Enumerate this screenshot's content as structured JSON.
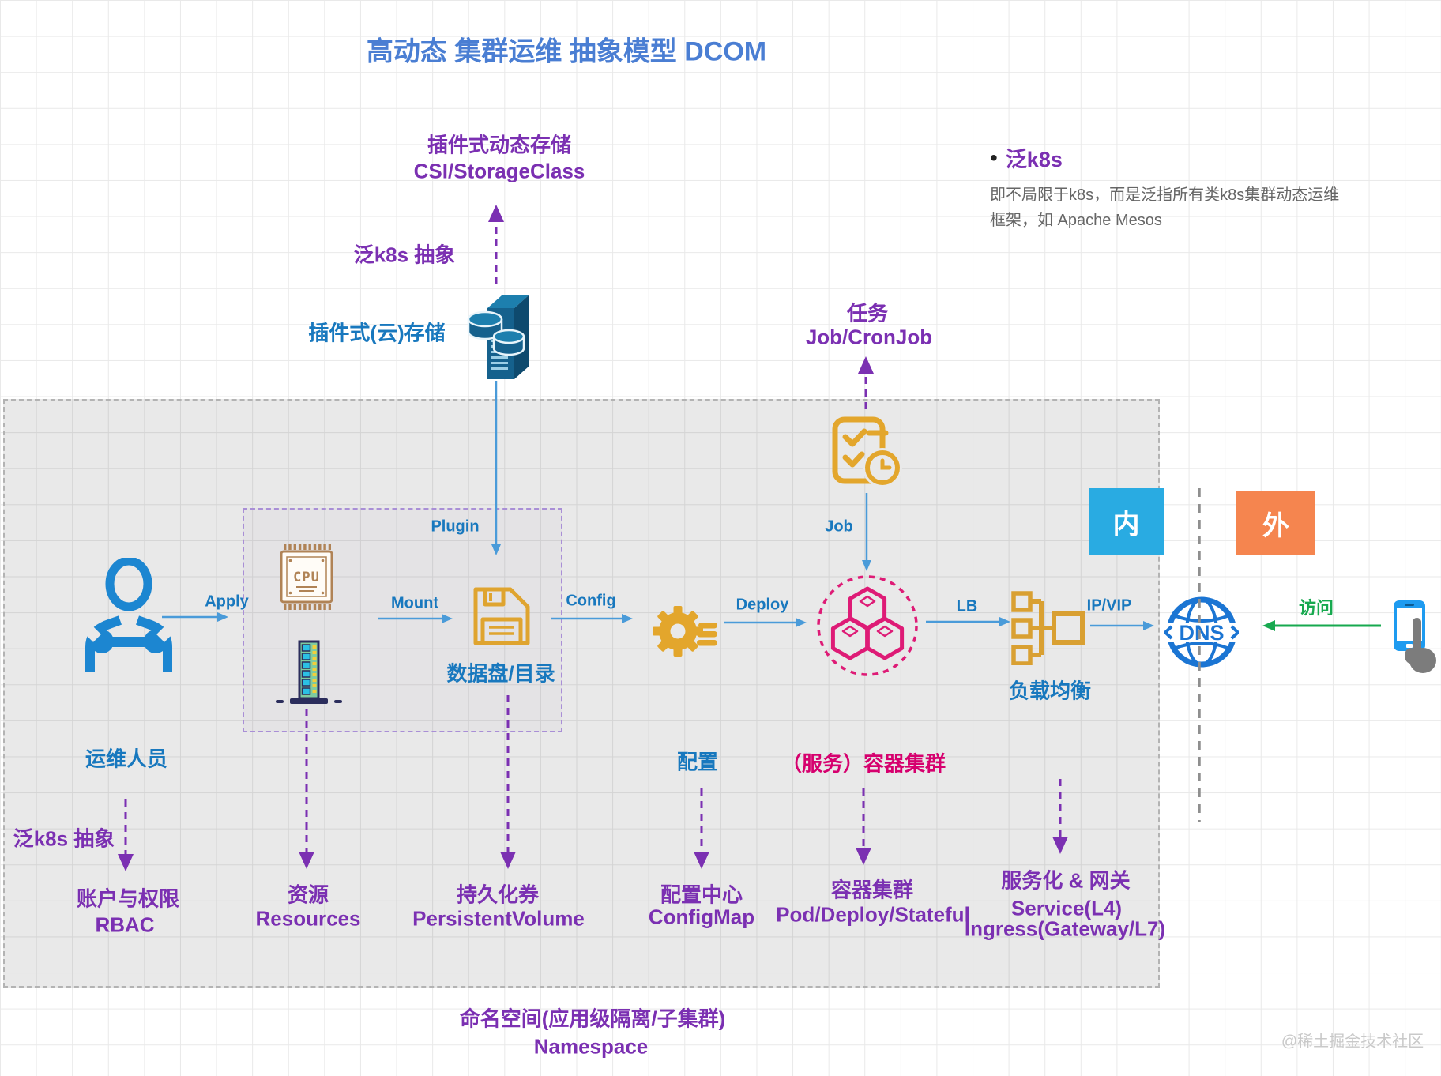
{
  "title": "高动态 集群运维 抽象模型 DCOM",
  "top": {
    "csi_line1": "插件式动态存储",
    "csi_line2": "CSI/StorageClass",
    "k8s_abstract": "泛k8s 抽象",
    "plugin_cloud_storage": "插件式(云)存储"
  },
  "note": {
    "bullet": "•",
    "heading": "泛k8s",
    "body": "即不局限于k8s，而是泛指所有类k8s集群动态运维框架，如 Apache Mesos"
  },
  "job": {
    "line1": "任务",
    "line2": "Job/CronJob"
  },
  "flow": {
    "apply": "Apply",
    "plugin": "Plugin",
    "mount": "Mount",
    "config": "Config",
    "deploy": "Deploy",
    "lb": "LB",
    "ipvip": "IP/VIP",
    "job": "Job",
    "access": "访问"
  },
  "nodes": {
    "ops": "运维人员",
    "disk": "数据盘/目录",
    "load_balancer": "负载均衡",
    "cpu_text": "CPU",
    "dns_text": "DNS"
  },
  "zones": {
    "internal": "内",
    "external": "外"
  },
  "bottom": {
    "k8s_abstract": "泛k8s 抽象",
    "rbac_line1": "账户与权限",
    "rbac_line2": "RBAC",
    "resources_line1": "资源",
    "resources_line2": "Resources",
    "pv_line1": "持久化券",
    "pv_line2": "PersistentVolume",
    "config_label": "配置",
    "configmap_line1": "配置中心",
    "configmap_line2": "ConfigMap",
    "service_cluster": "（服务）容器集群",
    "cluster_line1": "容器集群",
    "cluster_line2": "Pod/Deploy/Stateful",
    "gateway_line1": "服务化 & 网关",
    "gateway_line2": "Service(L4)",
    "gateway_line3": "Ingress(Gateway/L7)",
    "namespace_line1": "命名空间(应用级隔离/子集群)",
    "namespace_line2": "Namespace"
  },
  "watermark": "@稀土掘金技术社区",
  "colors": {
    "title_blue": "#4A7ED3",
    "label_blue": "#1878BE",
    "purple": "#7B30B2",
    "magenta_text": "#D6006E",
    "pod_pink": "#DE1B76",
    "green": "#17A94F",
    "gold": "#E0A52F",
    "internal_badge": "#29ABE2",
    "external_badge": "#F5854F",
    "dns_blue": "#1B75D3",
    "person_blue": "#1C86D1",
    "storage_teal": "#15618D",
    "note_gray": "#666666"
  }
}
